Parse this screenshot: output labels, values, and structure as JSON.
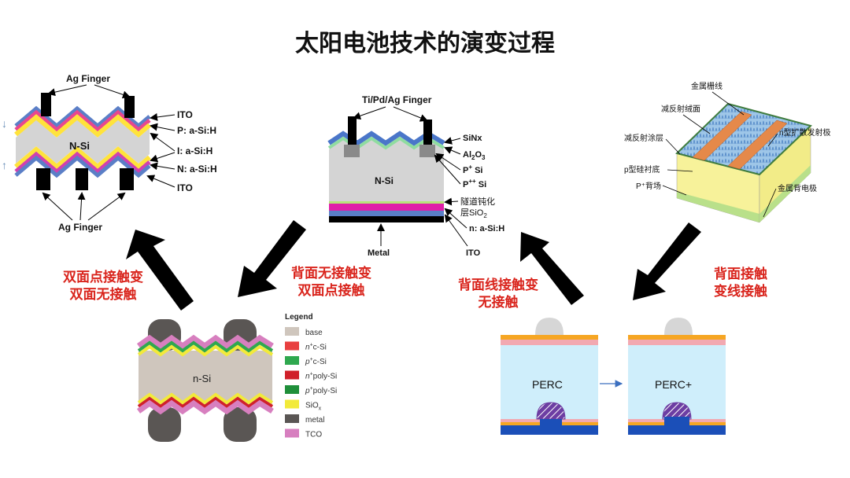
{
  "title": "太阳电池技术的演变过程",
  "colors": {
    "caption_red": "#d9241c",
    "arrow_black": "#000000",
    "silicon_gray": "#d4d4d4",
    "ito_blue": "#5b7fc7",
    "p_layer_pink": "#e8478f",
    "i_layer_yellow": "#ffe33b",
    "sinx_blue": "#4a76c9",
    "al2o3_green": "#8fdca0",
    "perc_body": "#cfeefb",
    "perc_top_orange": "#f6a623",
    "perc_pink": "#f2a9b1",
    "perc_bottom_blue": "#1b4fb8",
    "perc_contact_purple": "#6d3ea3",
    "legend_base": "#cfc6bd",
    "legend_n_c_si": "#e84040",
    "legend_p_c_si": "#2fa84f",
    "legend_n_poly": "#d0202a",
    "legend_p_poly": "#1f8f3a",
    "legend_sio": "#f2ea3a",
    "legend_metal": "#5a5654",
    "legend_tco": "#d77fbf"
  },
  "hjt": {
    "ag_finger_top": "Ag Finger",
    "ag_finger_bottom": "Ag Finger",
    "ito_top": "ITO",
    "p_layer": "P: a-Si:H",
    "i_layer": "I: a-Si:H",
    "n_layer": "N: a-Si:H",
    "ito_bottom": "ITO",
    "core": "N-Si"
  },
  "topcon": {
    "finger": "Ti/Pd/Ag Finger",
    "sinx": "SiNx",
    "al2o3": "Al",
    "al2o3_sub": "2",
    "al2o3_mid": "O",
    "al2o3_sub2": "3",
    "p_si": "P",
    "p_si_sup": "+",
    "p_si_tail": " Si",
    "ppp_si": "P",
    "ppp_si_sup": "++",
    "ppp_si_tail": " Si",
    "core": "N-Si",
    "tunnel_line1": "隧道钝化",
    "tunnel_line2": "层SiO",
    "tunnel_sub": "2",
    "n_layer": "n: a-Si:H",
    "metal": "Metal",
    "ito": "ITO"
  },
  "perc3d": {
    "grid_line": "金属栅线",
    "texture": "减反射绒面",
    "coating": "减反射涂层",
    "n_emitter": "n型扩散发射极",
    "p_substrate": "p型硅衬底",
    "bsf": "P⁺背场",
    "back_electrode": "金属背电极"
  },
  "ibc": {
    "core": "n-Si",
    "legend_title": "Legend",
    "legend": [
      {
        "label": "base",
        "color": "#cfc6bd"
      },
      {
        "pre": "n",
        "sup": "+",
        "label": "c-Si",
        "color": "#e84040"
      },
      {
        "pre": "p",
        "sup": "+",
        "label": "c-Si",
        "color": "#2fa84f"
      },
      {
        "pre": "n",
        "sup": "+",
        "label": "poly-Si",
        "color": "#d0202a"
      },
      {
        "pre": "p",
        "sup": "+",
        "label": "poly-Si",
        "color": "#1f8f3a"
      },
      {
        "pre": "",
        "sup": "",
        "label": "SiO",
        "sub": "x",
        "color": "#f2ea3a"
      },
      {
        "label": "metal",
        "color": "#5a5654"
      },
      {
        "label": "TCO",
        "color": "#d77fbf"
      }
    ]
  },
  "perc_flat": {
    "left": "PERC",
    "right": "PERC+"
  },
  "captions": {
    "c1_line1": "双面点接触变",
    "c1_line2": "双面无接触",
    "c2_line1": "背面无接触变",
    "c2_line2": "双面点接触",
    "c3_line1": "背面线接触变",
    "c3_line2": "无接触",
    "c4_line1": "背面接触",
    "c4_line2": "变线接触"
  },
  "side_markers": {
    "down": "↓",
    "up": "↑"
  }
}
